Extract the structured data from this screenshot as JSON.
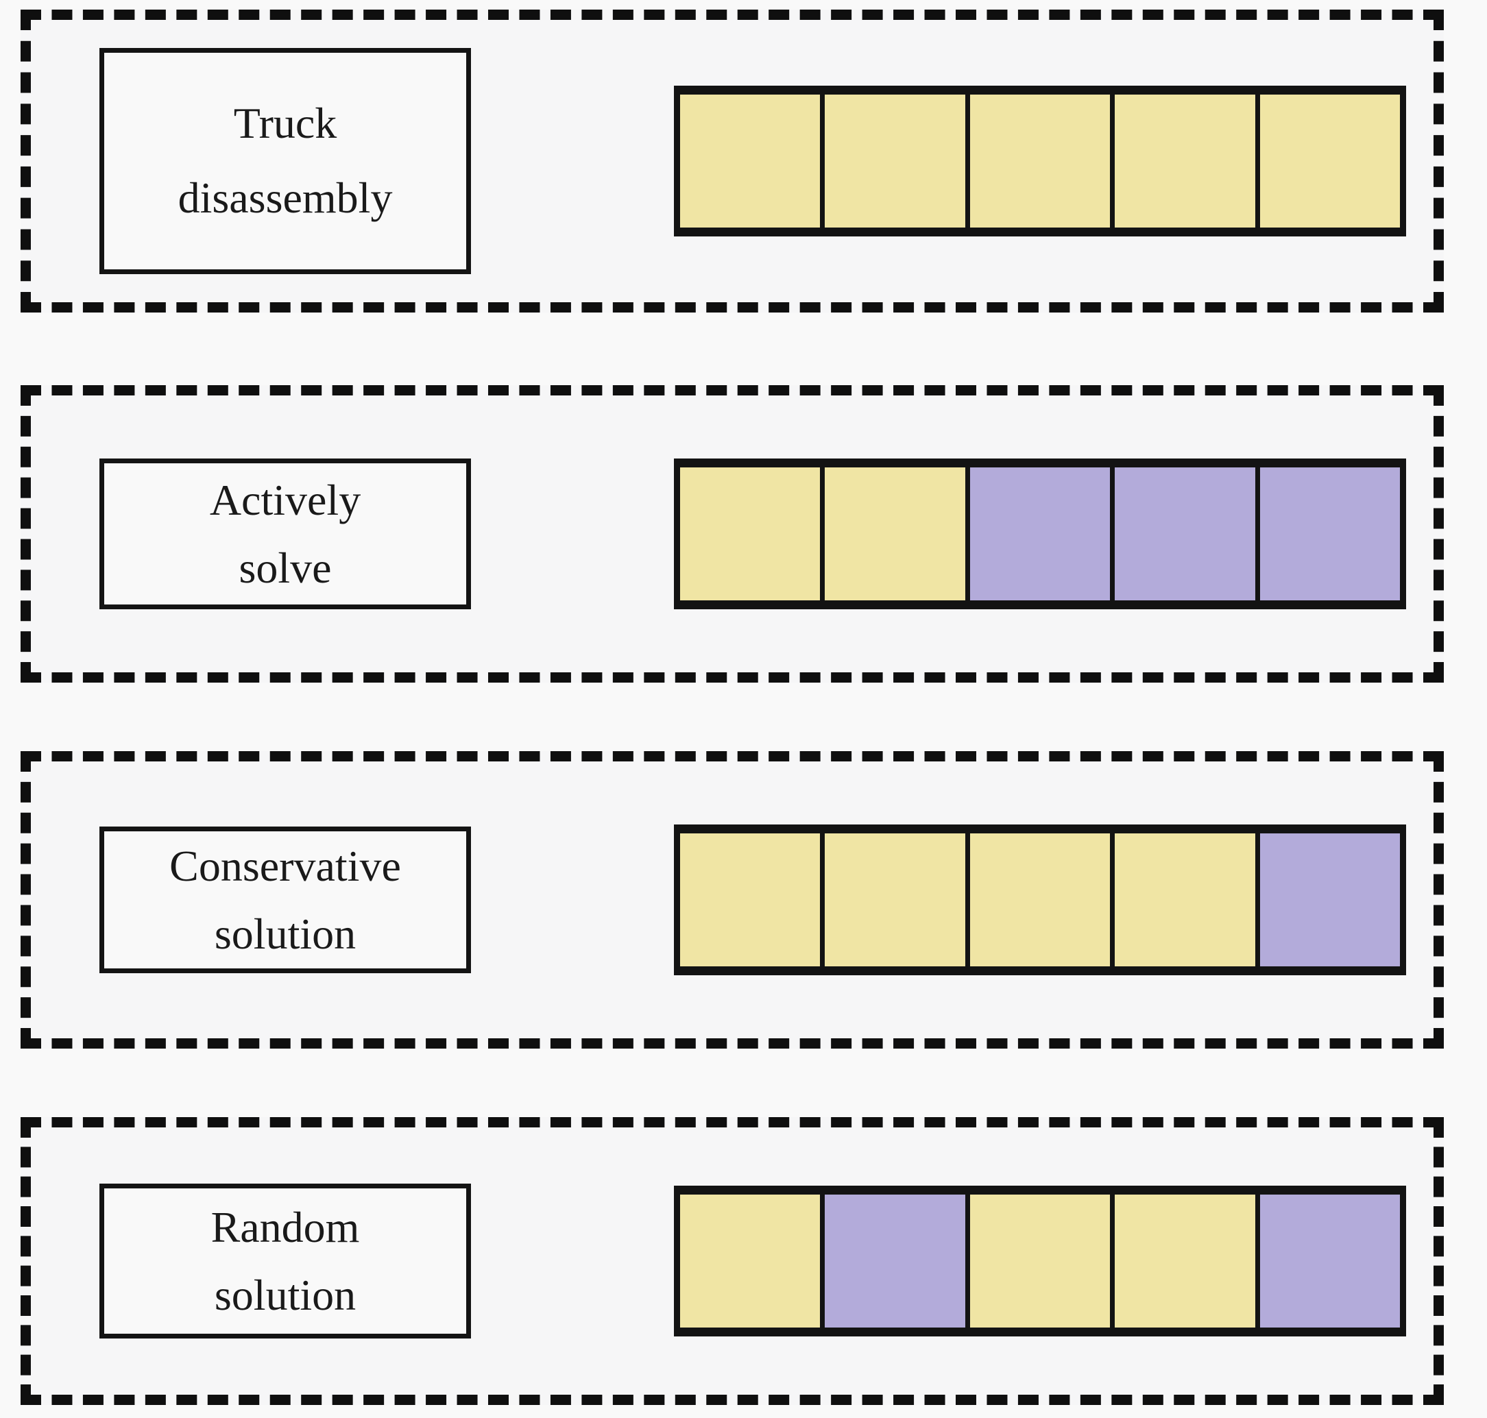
{
  "figure": {
    "colors": {
      "yellow": "#f0e5a4",
      "purple": "#b3abda",
      "stroke": "#141414",
      "dashed_border": "#0f0f0f",
      "background": "#f6f6f7"
    },
    "rows": [
      {
        "label": "Truck disassembly",
        "label_lines": [
          "Truck",
          "disassembly"
        ],
        "cells": [
          "yellow",
          "yellow",
          "yellow",
          "yellow",
          "yellow"
        ]
      },
      {
        "label": "Actively solve",
        "label_lines": [
          "Actively",
          "solve"
        ],
        "cells": [
          "yellow",
          "yellow",
          "purple",
          "purple",
          "purple"
        ]
      },
      {
        "label": "Conservative solution",
        "label_lines": [
          "Conservative",
          "solution"
        ],
        "cells": [
          "yellow",
          "yellow",
          "yellow",
          "yellow",
          "purple"
        ]
      },
      {
        "label": "Random solution",
        "label_lines": [
          "Random",
          "solution"
        ],
        "cells": [
          "yellow",
          "purple",
          "yellow",
          "yellow",
          "purple"
        ]
      }
    ]
  }
}
